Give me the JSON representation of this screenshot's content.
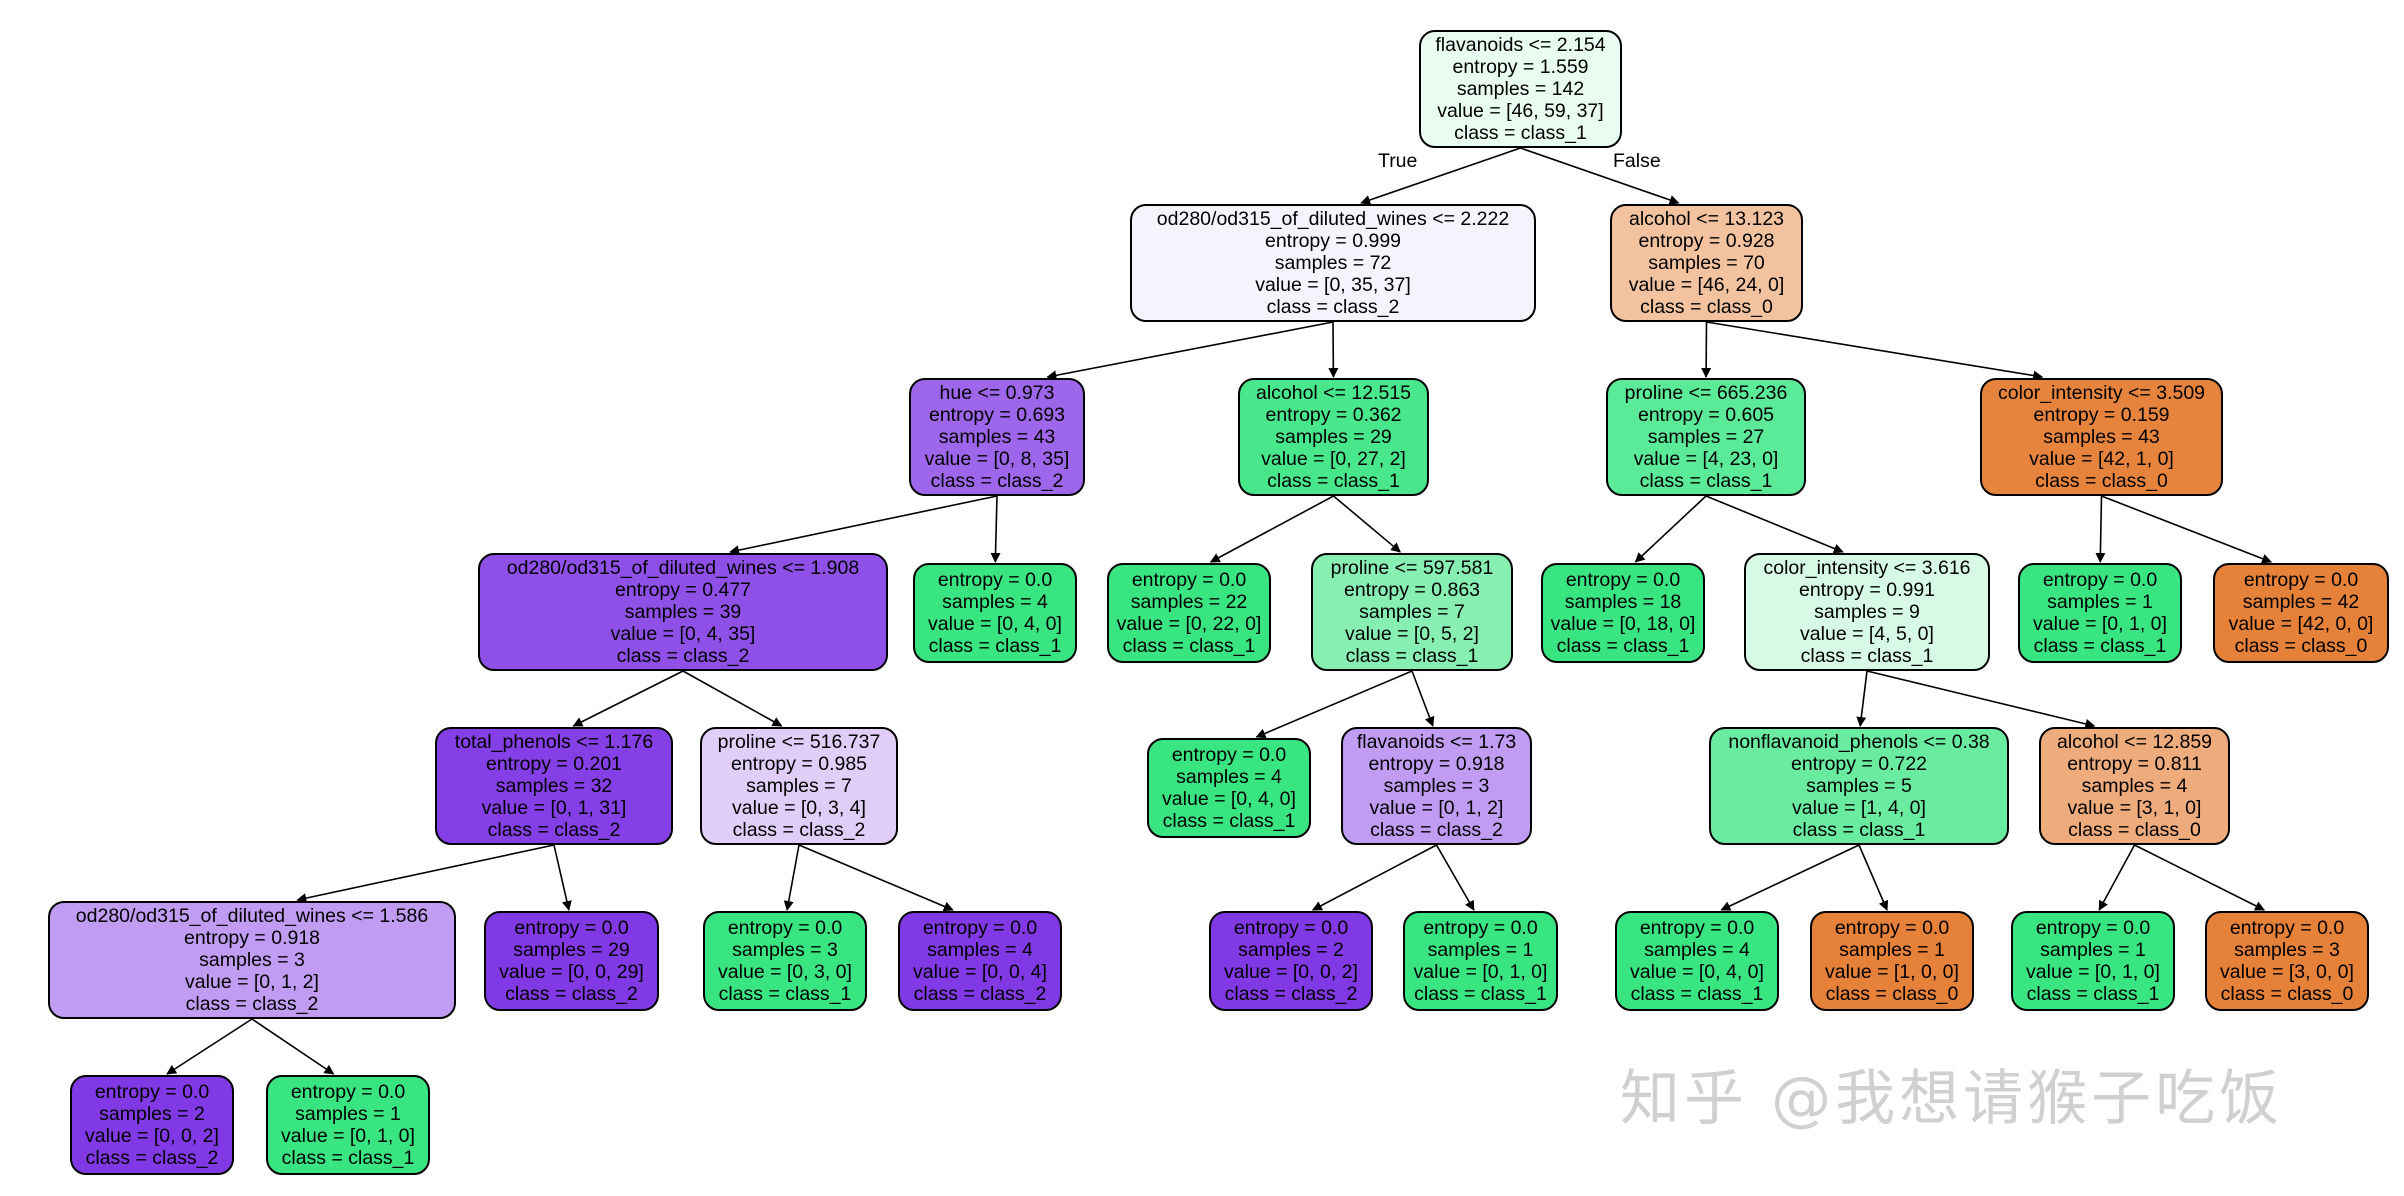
{
  "tree": {
    "colors": {
      "class_0": "#e58139",
      "class_1": "#39e581",
      "class_2": "#8139e5"
    },
    "edge_labels": {
      "true_label": "True",
      "false_label": "False"
    },
    "nodes": [
      {
        "id": "n0",
        "lines": [
          "flavanoids <= 2.154",
          "entropy = 1.559",
          "samples = 142",
          "value = [46, 59, 37]",
          "class = class_1"
        ],
        "fill": "#e8fcf1"
      },
      {
        "id": "n1",
        "lines": [
          "od280/od315_of_diluted_wines <= 2.222",
          "entropy = 0.999",
          "samples = 72",
          "value = [0, 35, 37]",
          "class = class_2"
        ],
        "fill": "#f7f3fd"
      },
      {
        "id": "n2",
        "lines": [
          "alcohol <= 13.123",
          "entropy = 0.928",
          "samples = 70",
          "value = [46, 24, 0]",
          "class = class_0"
        ],
        "fill": "#f3c3a0"
      },
      {
        "id": "n3",
        "lines": [
          "hue <= 0.973",
          "entropy = 0.693",
          "samples = 43",
          "value = [0, 8, 35]",
          "class = class_2"
        ],
        "fill": "#9e66eb"
      },
      {
        "id": "n4",
        "lines": [
          "alcohol <= 12.515",
          "entropy = 0.362",
          "samples = 29",
          "value = [0, 27, 2]",
          "class = class_1"
        ],
        "fill": "#48e78b"
      },
      {
        "id": "n5",
        "lines": [
          "proline <= 665.236",
          "entropy = 0.605",
          "samples = 27",
          "value = [4, 23, 0]",
          "class = class_1"
        ],
        "fill": "#5bea97"
      },
      {
        "id": "n6",
        "lines": [
          "color_intensity <= 3.509",
          "entropy = 0.159",
          "samples = 43",
          "value = [42, 1, 0]",
          "class = class_0"
        ],
        "fill": "#e6843e"
      },
      {
        "id": "n7",
        "lines": [
          "od280/od315_of_diluted_wines <= 1.908",
          "entropy = 0.477",
          "samples = 39",
          "value = [0, 4, 35]",
          "class = class_2"
        ],
        "fill": "#8f50e8"
      },
      {
        "id": "n8",
        "lines": [
          "entropy = 0.0",
          "samples = 4",
          "value = [0, 4, 0]",
          "class = class_1"
        ],
        "fill": "#39e581"
      },
      {
        "id": "n9",
        "lines": [
          "entropy = 0.0",
          "samples = 22",
          "value = [0, 22, 0]",
          "class = class_1"
        ],
        "fill": "#39e581"
      },
      {
        "id": "n10",
        "lines": [
          "proline <= 597.581",
          "entropy = 0.863",
          "samples = 7",
          "value = [0, 5, 2]",
          "class = class_1"
        ],
        "fill": "#88efb3"
      },
      {
        "id": "n11",
        "lines": [
          "entropy = 0.0",
          "samples = 18",
          "value = [0, 18, 0]",
          "class = class_1"
        ],
        "fill": "#39e581"
      },
      {
        "id": "n12",
        "lines": [
          "color_intensity <= 3.616",
          "entropy = 0.991",
          "samples = 9",
          "value = [4, 5, 0]",
          "class = class_1"
        ],
        "fill": "#d7fae6"
      },
      {
        "id": "n13",
        "lines": [
          "entropy = 0.0",
          "samples = 1",
          "value = [0, 1, 0]",
          "class = class_1"
        ],
        "fill": "#39e581"
      },
      {
        "id": "n14",
        "lines": [
          "entropy = 0.0",
          "samples = 42",
          "value = [42, 0, 0]",
          "class = class_0"
        ],
        "fill": "#e58139"
      },
      {
        "id": "n15",
        "lines": [
          "total_phenols <= 1.176",
          "entropy = 0.201",
          "samples = 32",
          "value = [0, 1, 31]",
          "class = class_2"
        ],
        "fill": "#853fe6"
      },
      {
        "id": "n16",
        "lines": [
          "proline <= 516.737",
          "entropy = 0.985",
          "samples = 7",
          "value = [0, 3, 4]",
          "class = class_2"
        ],
        "fill": "#e0cef8"
      },
      {
        "id": "n17",
        "lines": [
          "entropy = 0.0",
          "samples = 4",
          "value = [0, 4, 0]",
          "class = class_1"
        ],
        "fill": "#39e581"
      },
      {
        "id": "n18",
        "lines": [
          "flavanoids <= 1.73",
          "entropy = 0.918",
          "samples = 3",
          "value = [0, 1, 2]",
          "class = class_2"
        ],
        "fill": "#c09cf2"
      },
      {
        "id": "n19",
        "lines": [
          "nonflavanoid_phenols <= 0.38",
          "entropy = 0.722",
          "samples = 5",
          "value = [1, 4, 0]",
          "class = class_1"
        ],
        "fill": "#6aeca0"
      },
      {
        "id": "n20",
        "lines": [
          "alcohol <= 12.859",
          "entropy = 0.811",
          "samples = 4",
          "value = [3, 1, 0]",
          "class = class_0"
        ],
        "fill": "#eeab7b"
      },
      {
        "id": "n21",
        "lines": [
          "od280/od315_of_diluted_wines <= 1.586",
          "entropy = 0.918",
          "samples = 3",
          "value = [0, 1, 2]",
          "class = class_2"
        ],
        "fill": "#c09cf2"
      },
      {
        "id": "n22",
        "lines": [
          "entropy = 0.0",
          "samples = 29",
          "value = [0, 0, 29]",
          "class = class_2"
        ],
        "fill": "#8139e5"
      },
      {
        "id": "n23",
        "lines": [
          "entropy = 0.0",
          "samples = 3",
          "value = [0, 3, 0]",
          "class = class_1"
        ],
        "fill": "#39e581"
      },
      {
        "id": "n24",
        "lines": [
          "entropy = 0.0",
          "samples = 4",
          "value = [0, 0, 4]",
          "class = class_2"
        ],
        "fill": "#8139e5"
      },
      {
        "id": "n25",
        "lines": [
          "entropy = 0.0",
          "samples = 2",
          "value = [0, 0, 2]",
          "class = class_2"
        ],
        "fill": "#8139e5"
      },
      {
        "id": "n26",
        "lines": [
          "entropy = 0.0",
          "samples = 1",
          "value = [0, 1, 0]",
          "class = class_1"
        ],
        "fill": "#39e581"
      },
      {
        "id": "n27",
        "lines": [
          "entropy = 0.0",
          "samples = 4",
          "value = [0, 4, 0]",
          "class = class_1"
        ],
        "fill": "#39e581"
      },
      {
        "id": "n28",
        "lines": [
          "entropy = 0.0",
          "samples = 1",
          "value = [1, 0, 0]",
          "class = class_0"
        ],
        "fill": "#e58139"
      },
      {
        "id": "n29",
        "lines": [
          "entropy = 0.0",
          "samples = 1",
          "value = [0, 1, 0]",
          "class = class_1"
        ],
        "fill": "#39e581"
      },
      {
        "id": "n30",
        "lines": [
          "entropy = 0.0",
          "samples = 3",
          "value = [3, 0, 0]",
          "class = class_0"
        ],
        "fill": "#e58139"
      },
      {
        "id": "n31",
        "lines": [
          "entropy = 0.0",
          "samples = 2",
          "value = [0, 0, 2]",
          "class = class_2"
        ],
        "fill": "#8139e5"
      },
      {
        "id": "n32",
        "lines": [
          "entropy = 0.0",
          "samples = 1",
          "value = [0, 1, 0]",
          "class = class_1"
        ],
        "fill": "#39e581"
      }
    ],
    "edges": [
      [
        "n0",
        "n1"
      ],
      [
        "n0",
        "n2"
      ],
      [
        "n1",
        "n3"
      ],
      [
        "n1",
        "n4"
      ],
      [
        "n2",
        "n5"
      ],
      [
        "n2",
        "n6"
      ],
      [
        "n3",
        "n7"
      ],
      [
        "n3",
        "n8"
      ],
      [
        "n4",
        "n9"
      ],
      [
        "n4",
        "n10"
      ],
      [
        "n5",
        "n11"
      ],
      [
        "n5",
        "n12"
      ],
      [
        "n6",
        "n13"
      ],
      [
        "n6",
        "n14"
      ],
      [
        "n7",
        "n15"
      ],
      [
        "n7",
        "n16"
      ],
      [
        "n10",
        "n17"
      ],
      [
        "n10",
        "n18"
      ],
      [
        "n12",
        "n19"
      ],
      [
        "n12",
        "n20"
      ],
      [
        "n15",
        "n21"
      ],
      [
        "n15",
        "n22"
      ],
      [
        "n16",
        "n23"
      ],
      [
        "n16",
        "n24"
      ],
      [
        "n18",
        "n25"
      ],
      [
        "n18",
        "n26"
      ],
      [
        "n19",
        "n27"
      ],
      [
        "n19",
        "n28"
      ],
      [
        "n20",
        "n29"
      ],
      [
        "n20",
        "n30"
      ],
      [
        "n21",
        "n31"
      ],
      [
        "n21",
        "n32"
      ]
    ]
  },
  "watermark": {
    "text": "知乎 @我想请猴子吃饭"
  }
}
